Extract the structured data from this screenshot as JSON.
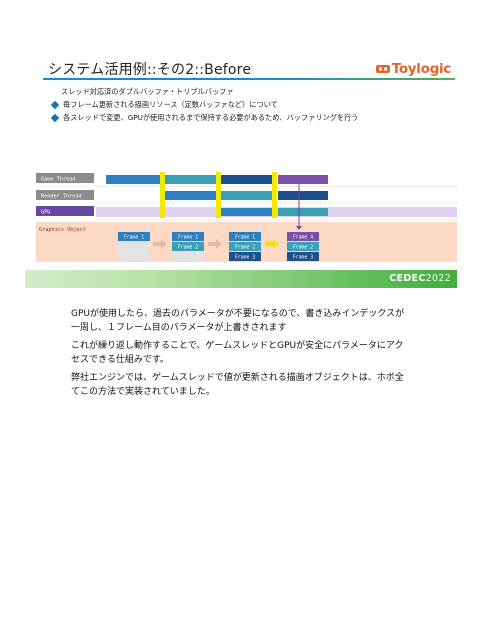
{
  "slide": {
    "title": "システム活用例::その2::Before",
    "logo_text": "Toylogic",
    "lead": "スレッド対応済のダブルバッファ・トリプルバッファ",
    "bullets": [
      "毎フレーム更新される描画リソース（定数バッファなど）について",
      "各スレッドで変更、GPUが使用されるまで保持する必要があるため、バッファリングを行う"
    ],
    "diagram": {
      "lanes": [
        "Game Thread",
        "Render Thread",
        "GPU"
      ],
      "resource_label": "Graphics Object",
      "groups": [
        [
          "Frame 1",
          "",
          ""
        ],
        [
          "Frame 1",
          "Frame 2",
          ""
        ],
        [
          "Frame 1",
          "Frame 2",
          "Frame 3"
        ],
        [
          "Frame 4",
          "Frame 2",
          "Frame 3"
        ]
      ],
      "colors": {
        "frame1": "#2e7fc2",
        "frame2": "#3ba0b6",
        "frame3": "#1e4f8a",
        "frame4": "#7b4fa8",
        "sync_bar": "#f2ea00",
        "resource_bg": "#fbd9c4"
      }
    },
    "footer": {
      "brand": "CEDEC",
      "year": "2022"
    }
  },
  "notes": [
    "GPUが使用したら、過去のパラメータが不要になるので、書き込みインデックスが一周し、１フレーム目のパラメータが上書きされます",
    "これが繰り返し動作することで、ゲームスレッドとGPUが安全にパラメータにアクセスできる仕組みです。",
    "弊社エンジンでは、ゲームスレッドで値が更新される描画オブジェクトは、ホボ全てこの方法で実装されていました。"
  ]
}
